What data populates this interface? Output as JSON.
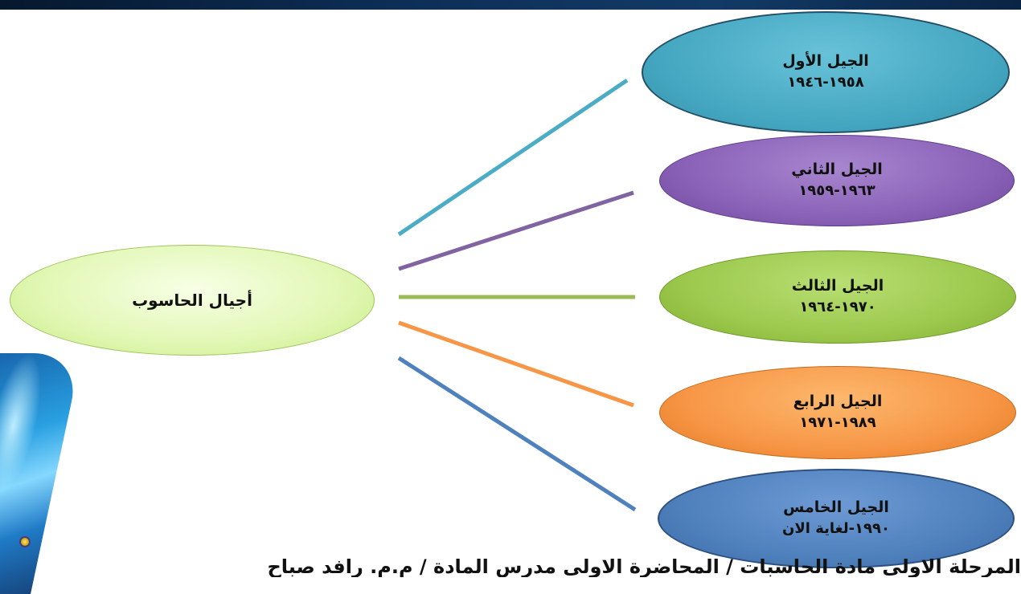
{
  "diagram": {
    "root": {
      "label": "أجيال الحاسوب"
    },
    "generations": [
      {
        "label": "الجيل الأول",
        "years": "١٩٥٨-١٩٤٦",
        "color": "#4bacc6"
      },
      {
        "label": "الجيل الثاني",
        "years": "١٩٦٣-١٩٥٩",
        "color": "#8064a2"
      },
      {
        "label": "الجيل الثالث",
        "years": "١٩٧٠-١٩٦٤",
        "color": "#9bbb59"
      },
      {
        "label": "الجيل الرابع",
        "years": "١٩٨٩-١٩٧١",
        "color": "#f79646"
      },
      {
        "label": "الجيل الخامس",
        "years": "١٩٩٠-لغاية الان",
        "color": "#4f81bd"
      }
    ]
  },
  "footer": {
    "text": "المرحلة الاولى     مادة الحاسبات / المحاضرة الاولى      مدرس المادة / م.م. رافد صباح"
  }
}
